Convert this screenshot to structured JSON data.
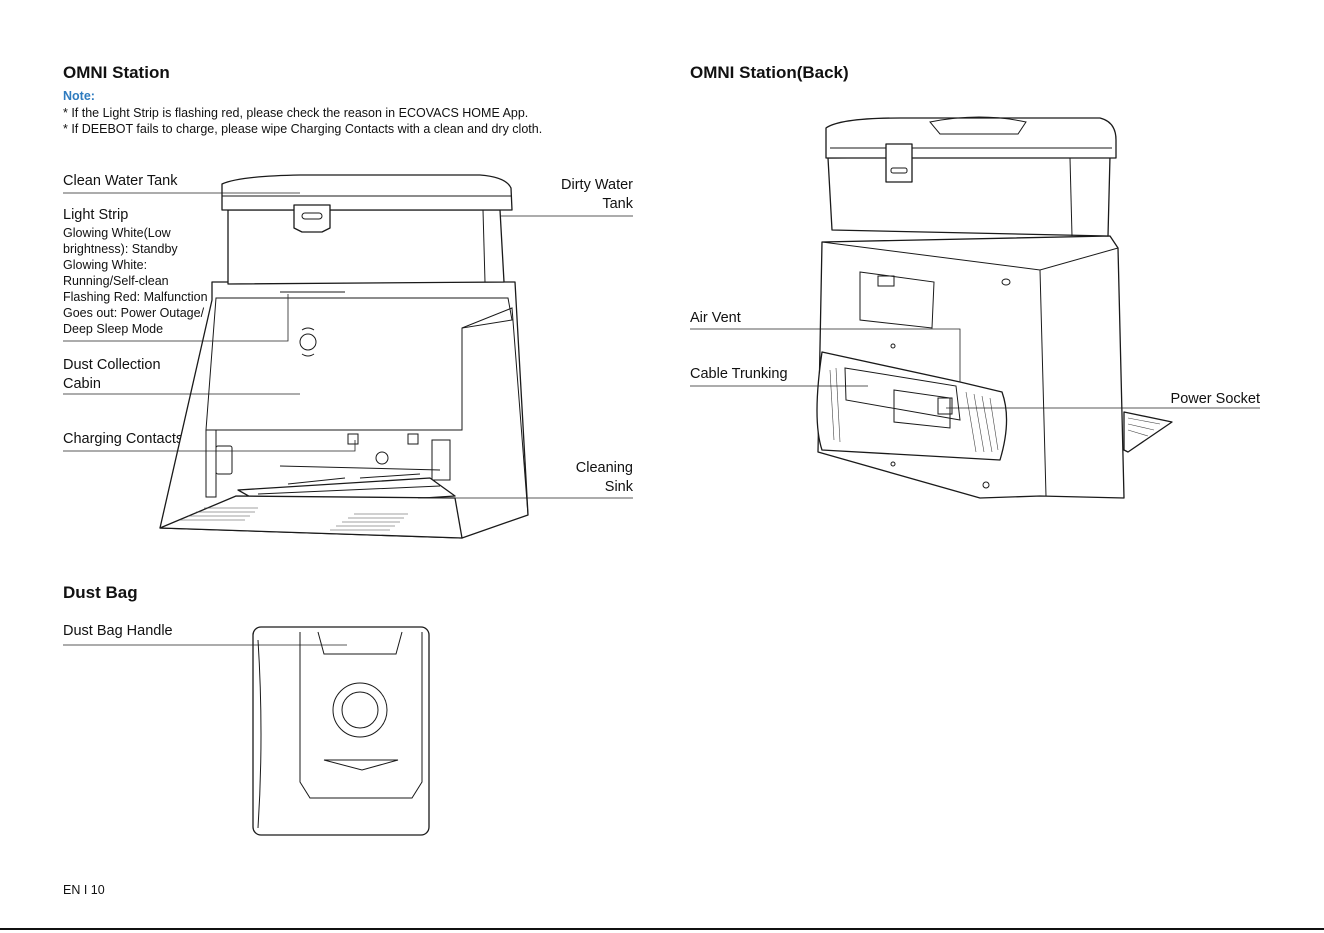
{
  "sections": {
    "omni_station": {
      "title": "OMNI Station",
      "note_title": "Note:",
      "notes": [
        "* If the Light Strip is flashing red, please check the reason in ECOVACS HOME App.",
        "* If DEEBOT fails to charge, please wipe Charging Contacts with a clean and dry cloth."
      ],
      "labels": {
        "clean_water_tank": "Clean Water Tank",
        "light_strip": "Light Strip",
        "light_strip_states": [
          "Glowing White(Low",
          "brightness): Standby",
          "Glowing White:",
          "Running/Self-clean",
          "Flashing Red: Malfunction",
          "Goes out: Power Outage/",
          "Deep Sleep Mode"
        ],
        "dust_collection_cabin": [
          "Dust Collection",
          "Cabin"
        ],
        "charging_contacts": "Charging Contacts",
        "dirty_water_tank": [
          "Dirty Water",
          "Tank"
        ],
        "cleaning_sink": [
          "Cleaning",
          "Sink"
        ]
      }
    },
    "omni_station_back": {
      "title": "OMNI Station(Back)",
      "labels": {
        "air_vent": "Air Vent",
        "cable_trunking": "Cable Trunking",
        "power_socket": "Power Socket"
      }
    },
    "dust_bag": {
      "title": "Dust Bag",
      "labels": {
        "dust_bag_handle": "Dust Bag Handle"
      }
    }
  },
  "footer": {
    "page": "EN Ι 10"
  },
  "colors": {
    "note_blue": "#2e7bbf",
    "text": "#111111",
    "line": "#222222"
  }
}
